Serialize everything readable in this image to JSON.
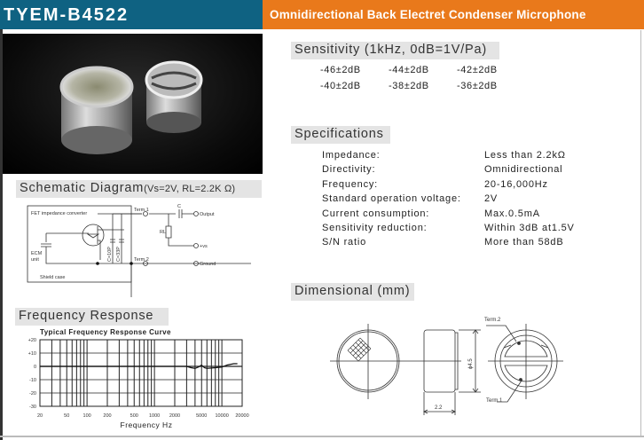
{
  "header": {
    "model": "TYEM-B4522",
    "title": "Omnidirectional  Back Electret Condenser Microphone"
  },
  "schematic": {
    "heading": "Schematic Diagram",
    "condition": "(Vs=2V, RL=2.2K Ω)",
    "labels": {
      "fet": "FET impedance converter",
      "ecm": "ECM",
      "unit": "unit",
      "shield": "Shield case",
      "term1": "Term.1",
      "term2": "Term.2",
      "c": "C",
      "rl": "RL",
      "output": "Output",
      "vs": "+vs",
      "ground": "Ground",
      "c10": "C=10P",
      "c33": "C=33P"
    }
  },
  "frequency": {
    "heading": "Frequency Response"
  },
  "chart_data": {
    "type": "line",
    "title": "Typical Frequency Response Curve",
    "xlabel": "Frequency Hz",
    "ylabel": "",
    "x_ticks": [
      "20",
      "50",
      "100",
      "200",
      "500",
      "1000",
      "2000",
      "5000",
      "10000",
      "20000"
    ],
    "y_ticks": [
      "+20",
      "+10",
      "0",
      "-10",
      "-20",
      "-30"
    ],
    "ylim": [
      -30,
      20
    ],
    "xlim": [
      20,
      20000
    ],
    "grid": true,
    "series": [
      {
        "name": "response",
        "x": [
          20,
          100,
          1000,
          3000,
          3500,
          4000,
          4500,
          5000,
          5500,
          6000,
          8000,
          10000,
          12000,
          15000,
          17000
        ],
        "y": [
          0,
          0,
          0,
          0,
          -1,
          -1.5,
          -0.5,
          1,
          -1,
          -1.5,
          -1,
          -0.5,
          1,
          2,
          2
        ]
      }
    ]
  },
  "sensitivity": {
    "heading": "Sensitivity (1kHz, 0dB=1V/Pa)",
    "values": [
      "-46±2dB",
      "-44±2dB",
      "-42±2dB",
      "-40±2dB",
      "-38±2dB",
      "-36±2dB"
    ]
  },
  "specifications": {
    "heading": "Specifications",
    "rows": [
      {
        "label": "Impedance:",
        "value": "Less than 2.2kΩ"
      },
      {
        "label": "Directivity:",
        "value": "Omnidirectional"
      },
      {
        "label": "Frequency:",
        "value": "20-16,000Hz"
      },
      {
        "label": "Standard operation voltage:",
        "value": "2V"
      },
      {
        "label": "Current consumption:",
        "value": "Max.0.5mA"
      },
      {
        "label": "Sensitivity reduction:",
        "value": "Within 3dB at1.5V"
      },
      {
        "label": "S/N ratio",
        "value": "More than 58dB"
      }
    ]
  },
  "dimensional": {
    "heading": "Dimensional (mm)",
    "diameter": "ϕ4.5",
    "length": "2.2",
    "term1": "Term.1",
    "term2": "Term.2"
  }
}
